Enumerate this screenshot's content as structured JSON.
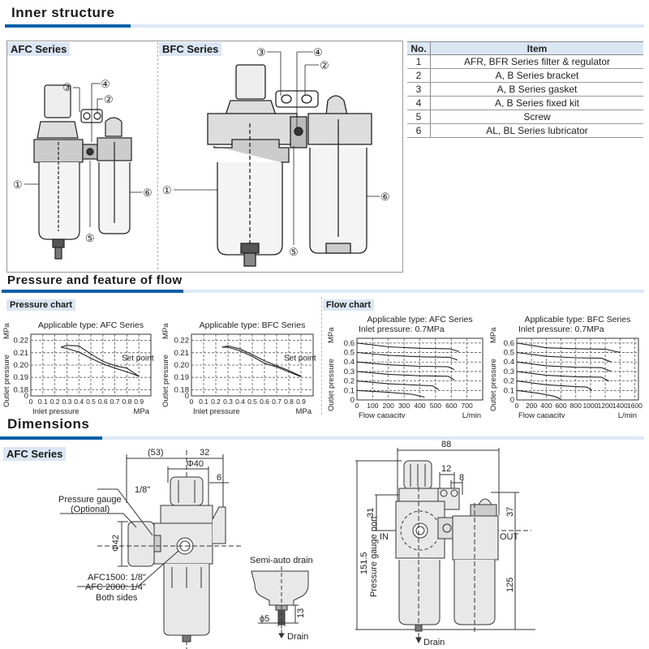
{
  "sections": {
    "inner_structure": "Inner structure",
    "pressure_flow": "Pressure and feature of flow",
    "dimensions": "Dimensions"
  },
  "inner": {
    "afc_label": "AFC Series",
    "bfc_label": "BFC Series",
    "callouts": [
      "①",
      "②",
      "③",
      "④",
      "⑤",
      "⑥"
    ]
  },
  "parts_table": {
    "headers": [
      "No.",
      "Item"
    ],
    "rows": [
      {
        "no": "1",
        "item": "AFR, BFR Series filter & regulator"
      },
      {
        "no": "2",
        "item": "A, B Series bracket"
      },
      {
        "no": "3",
        "item": "A, B Series gasket"
      },
      {
        "no": "4",
        "item": "A, B Series fixed kit"
      },
      {
        "no": "5",
        "item": "Screw"
      },
      {
        "no": "6",
        "item": "AL, BL Series lubricator"
      }
    ]
  },
  "pressure_chart_label": "Pressure chart",
  "flow_chart_label": "Flow chart",
  "chart_data": [
    {
      "type": "line",
      "title": "Applicable type: AFC Series",
      "xlabel": "Inlet pressure",
      "xunit": "MPa",
      "ylabel": "Outlet pressure",
      "yunit": "MPa",
      "annotation": "Set point",
      "xticks": [
        "0",
        "0.1",
        "0.2",
        "0.3",
        "0.4",
        "0.5",
        "0.6",
        "0.7",
        "0.8",
        "0.9"
      ],
      "yticks": [
        "0",
        "0.18",
        "0.19",
        "0.20",
        "0.21",
        "0.22"
      ],
      "xlim": [
        0,
        1.0
      ],
      "ylim": [
        0.17,
        0.225
      ],
      "grid": true,
      "series": [
        {
          "name": "upper",
          "x": [
            0.25,
            0.3,
            0.4,
            0.5,
            0.6,
            0.7,
            0.8,
            0.9
          ],
          "y": [
            0.2145,
            0.216,
            0.2155,
            0.209,
            0.203,
            0.1995,
            0.1975,
            0.191
          ]
        },
        {
          "name": "lower",
          "x": [
            0.25,
            0.3,
            0.4,
            0.5,
            0.6,
            0.7,
            0.8,
            0.9
          ],
          "y": [
            0.2145,
            0.2135,
            0.2105,
            0.2055,
            0.201,
            0.1975,
            0.1945,
            0.191
          ]
        }
      ]
    },
    {
      "type": "line",
      "title": "Applicable type: BFC Series",
      "xlabel": "Inlet pressure",
      "xunit": "MPa",
      "ylabel": "Outlet pressure",
      "yunit": "MPa",
      "annotation": "Set point",
      "xticks": [
        "0",
        "0.1",
        "0.2",
        "0.3",
        "0.4",
        "0.5",
        "0.6",
        "0.7",
        "0.8",
        "0.9"
      ],
      "yticks": [
        "0",
        "0.18",
        "0.19",
        "0.20",
        "0.21",
        "0.22"
      ],
      "xlim": [
        0,
        1.0
      ],
      "ylim": [
        0.17,
        0.225
      ],
      "grid": true,
      "series": [
        {
          "name": "upper",
          "x": [
            0.25,
            0.3,
            0.4,
            0.5,
            0.6,
            0.7,
            0.8,
            0.9
          ],
          "y": [
            0.2145,
            0.2155,
            0.213,
            0.2085,
            0.2035,
            0.1995,
            0.1955,
            0.191
          ]
        },
        {
          "name": "lower",
          "x": [
            0.25,
            0.3,
            0.4,
            0.5,
            0.6,
            0.7,
            0.8,
            0.9
          ],
          "y": [
            0.2145,
            0.2145,
            0.2115,
            0.207,
            0.2015,
            0.1985,
            0.1945,
            0.1905
          ]
        }
      ]
    },
    {
      "type": "line",
      "title": "Applicable type: AFC Series",
      "subtitle": "Inlet pressure: 0.7MPa",
      "xlabel": "Flow capacity",
      "xunit": "L/min",
      "ylabel": "Outlet pressure",
      "yunit": "MPa",
      "xticks": [
        "0",
        "100",
        "200",
        "300",
        "400",
        "500",
        "600",
        "700"
      ],
      "yticks": [
        "0",
        "0.1",
        "0.2",
        "0.3",
        "0.4",
        "0.5",
        "0.6"
      ],
      "xlim": [
        0,
        800
      ],
      "ylim": [
        0,
        0.65
      ],
      "grid": true,
      "series": [
        {
          "name": "0.6",
          "x": [
            0,
            200,
            400,
            590,
            650
          ],
          "y": [
            0.6,
            0.56,
            0.545,
            0.54,
            0.51
          ]
        },
        {
          "name": "0.5",
          "x": [
            0,
            200,
            400,
            590,
            640
          ],
          "y": [
            0.5,
            0.47,
            0.455,
            0.45,
            0.42
          ]
        },
        {
          "name": "0.4",
          "x": [
            0,
            200,
            400,
            580,
            620
          ],
          "y": [
            0.4,
            0.37,
            0.355,
            0.35,
            0.32
          ]
        },
        {
          "name": "0.3",
          "x": [
            0,
            200,
            400,
            580,
            620
          ],
          "y": [
            0.3,
            0.27,
            0.255,
            0.25,
            0.21
          ]
        },
        {
          "name": "0.2",
          "x": [
            0,
            200,
            400,
            480,
            520
          ],
          "y": [
            0.2,
            0.17,
            0.155,
            0.15,
            0.11
          ]
        },
        {
          "name": "0.1",
          "x": [
            0,
            200,
            350,
            430
          ],
          "y": [
            0.1,
            0.08,
            0.06,
            0.03
          ]
        }
      ]
    },
    {
      "type": "line",
      "title": "Applicable type: BFC Series",
      "subtitle": "Inlet pressure: 0.7MPa",
      "xlabel": "Flow capacity",
      "xunit": "L/min",
      "ylabel": "Outlet pressure",
      "yunit": "MPa",
      "xticks": [
        "0",
        "200",
        "400",
        "600",
        "800",
        "1000",
        "1200",
        "1400",
        "1600"
      ],
      "yticks": [
        "0",
        "0.1",
        "0.2",
        "0.3",
        "0.4",
        "0.5",
        "0.6"
      ],
      "xlim": [
        0,
        1650
      ],
      "ylim": [
        0,
        0.65
      ],
      "grid": true,
      "series": [
        {
          "name": "0.6",
          "x": [
            0,
            400,
            800,
            1200,
            1400
          ],
          "y": [
            0.6,
            0.55,
            0.54,
            0.535,
            0.5
          ]
        },
        {
          "name": "0.5",
          "x": [
            0,
            400,
            800,
            1150,
            1280
          ],
          "y": [
            0.5,
            0.46,
            0.445,
            0.44,
            0.4
          ]
        },
        {
          "name": "0.4",
          "x": [
            0,
            400,
            800,
            1150,
            1280
          ],
          "y": [
            0.4,
            0.36,
            0.345,
            0.34,
            0.3
          ]
        },
        {
          "name": "0.3",
          "x": [
            0,
            400,
            800,
            1150,
            1250
          ],
          "y": [
            0.3,
            0.26,
            0.245,
            0.24,
            0.2
          ]
        },
        {
          "name": "0.2",
          "x": [
            0,
            400,
            800,
            950,
            1020
          ],
          "y": [
            0.2,
            0.16,
            0.14,
            0.135,
            0.1
          ]
        },
        {
          "name": "0.1",
          "x": [
            0,
            300,
            500,
            600
          ],
          "y": [
            0.1,
            0.07,
            0.04,
            0.01
          ]
        }
      ]
    }
  ],
  "dimensions": {
    "afc_label": "AFC Series",
    "front": {
      "dim_53": "(53)",
      "dim_32": "32",
      "dim_phi40": "Φ40",
      "dim_6": "6",
      "port_18": "1/8\"",
      "gauge_line1": "Pressure gauge",
      "gauge_line2": "(Optional)",
      "dim_phi42": "Φ42",
      "port_note1": "AFC1500: 1/8\"",
      "port_note2": "AFC 2000: 1/4\"",
      "port_note3": "Both sides"
    },
    "drain": {
      "title": "Semi-auto drain",
      "dim_13": "13",
      "dim_phi5": "ϕ5",
      "drain_label": "Drain"
    },
    "side": {
      "dim_88": "88",
      "dim_12": "12",
      "dim_8": "8",
      "dim_31": "31",
      "dim_37": "37",
      "dim_1515": "151.5",
      "gauge_port": "Pressure gauge port",
      "in_label": "IN",
      "out_label": "OUT",
      "dim_125": "125",
      "drain_label": "Drain"
    }
  },
  "colors": {
    "accent": "#0b5fa8",
    "accent_light": "#dde9f7",
    "label_bg": "#dbe6f3",
    "body_fill": "#e6e6e6"
  }
}
